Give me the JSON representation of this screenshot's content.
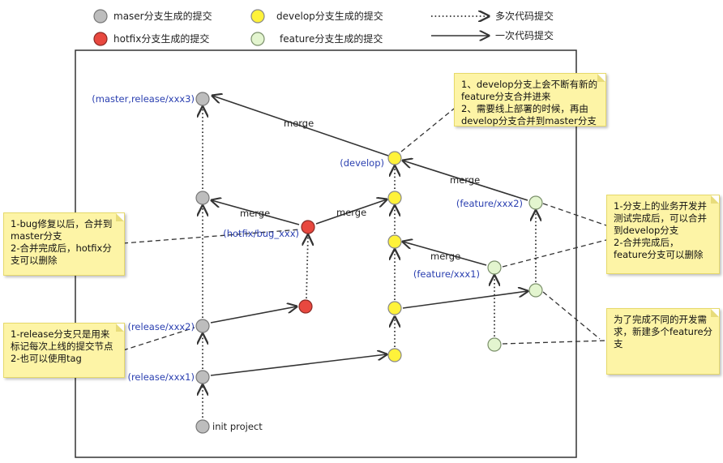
{
  "legend": {
    "master": "maser分支生成的提交",
    "develop": "develop分支生成的提交",
    "multi": "多次代码提交",
    "hotfix": "hotfix分支生成的提交",
    "feature": "feature分支生成的提交",
    "single": "一次代码提交"
  },
  "labels": {
    "master_release_3": "(master,release/xxx3)",
    "develop": "(develop)",
    "feature_2": "(feature/xxx2)",
    "hotfix": "(hotfix/bug_xxx)",
    "feature_1": "(feature/xxx1)",
    "release_2": "(release/xxx2)",
    "release_1": "(release/xxx1)",
    "init": "init project"
  },
  "merge": {
    "m1": "merge",
    "m2": "merge",
    "m3": "merge",
    "m4": "merge",
    "m5": "merge"
  },
  "notes": {
    "develop": [
      "1、develop分支上会不断有新的",
      "feature分支合并进来",
      "2、需要线上部署的时候，再由",
      "develop分支合并到master分支"
    ],
    "hotfix": [
      "1-bug修复以后，合并到",
      "master分支",
      "2-合并完成后，hotfix分",
      "支可以删除"
    ],
    "feature_merge": [
      "1-分支上的业务开发并",
      "测试完成后，可以合并",
      "到develop分支",
      "2-合并完成后，",
      "feature分支可以删除"
    ],
    "release": [
      "1-release分支只是用来",
      "标记每次上线的提交节点",
      "2-也可以使用tag"
    ],
    "feature_new": [
      "为了完成不同的开发需",
      "求，新建多个feature分",
      "支"
    ]
  },
  "colors": {
    "master": "#bdbdbd",
    "develop": "#fff23a",
    "hotfix": "#e8483f",
    "feature": "#e3f5cf",
    "note_bg": "#fdf4a6",
    "branch_label": "#2a3fb0"
  }
}
